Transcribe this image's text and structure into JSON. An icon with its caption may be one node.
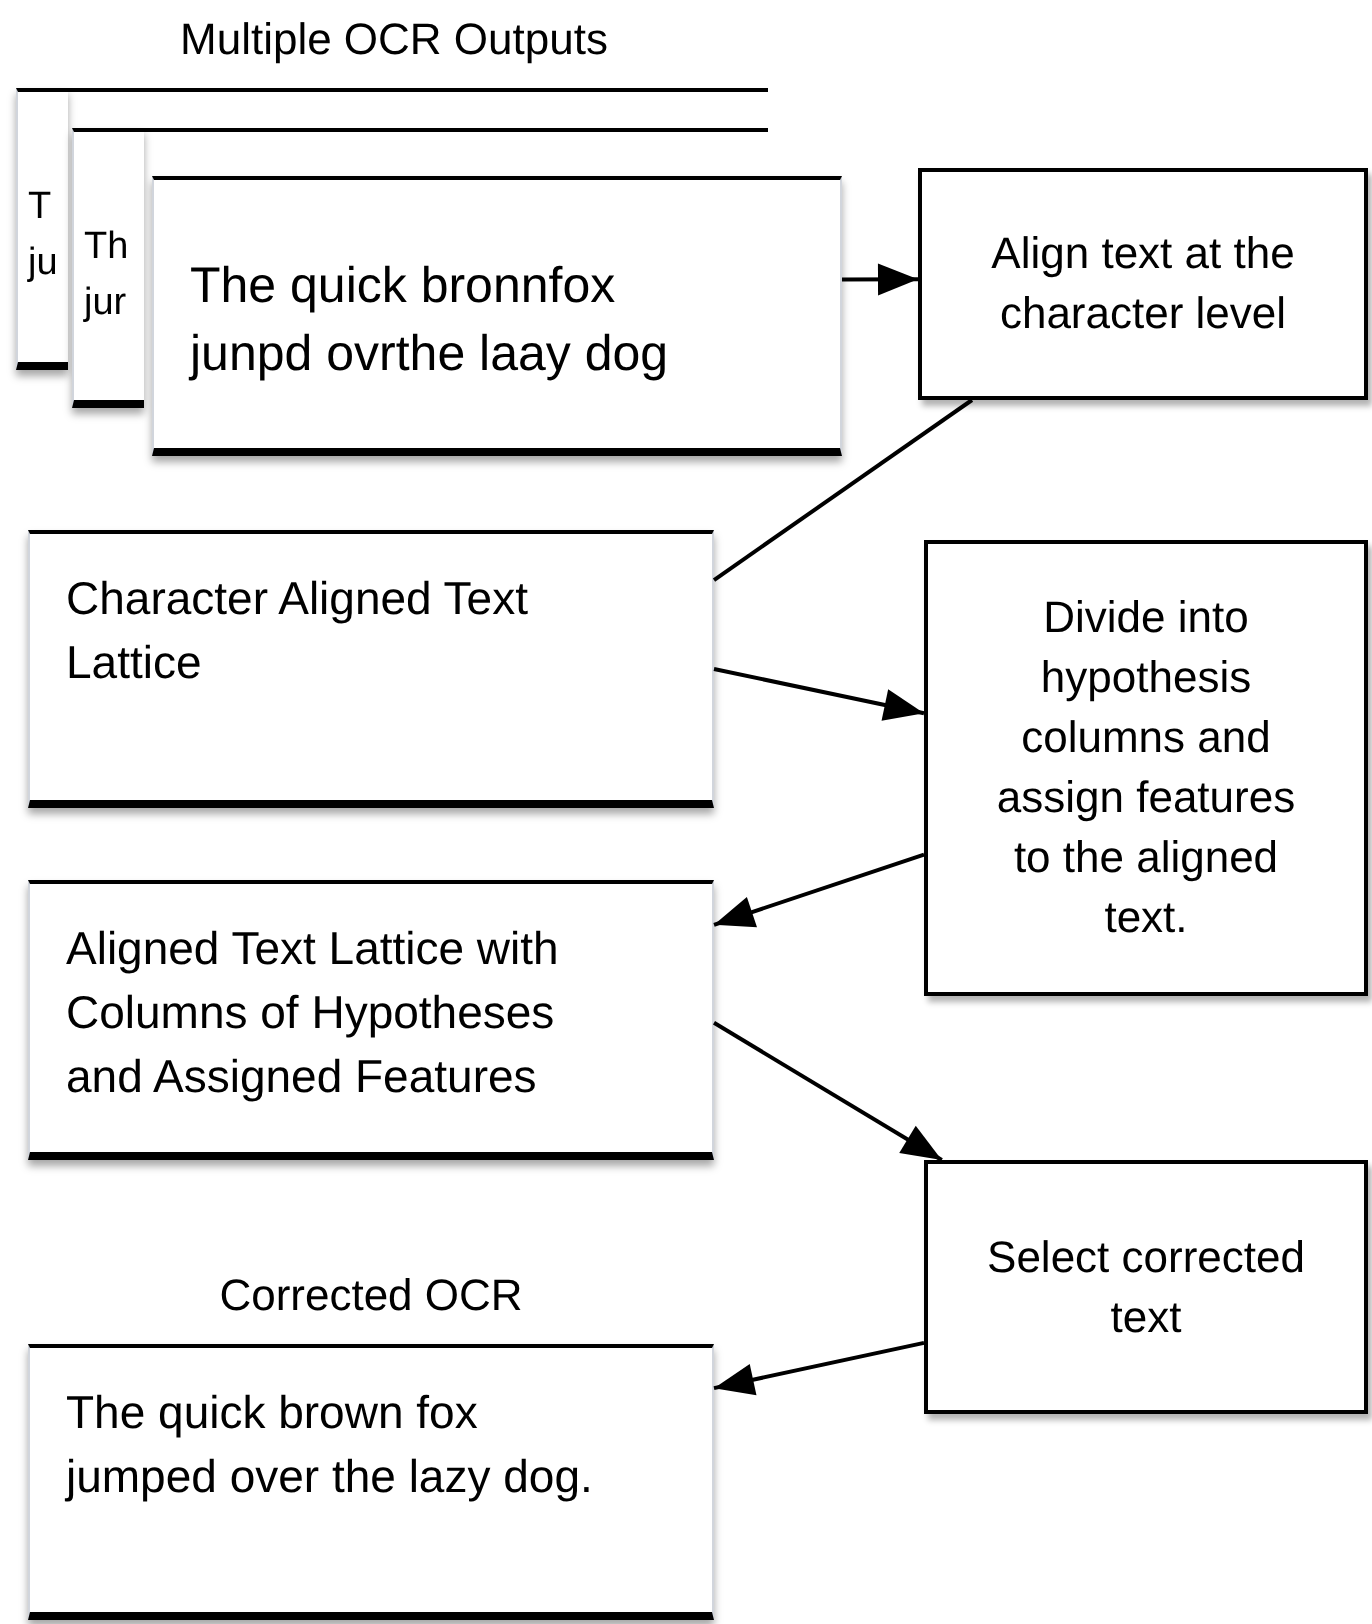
{
  "diagram": {
    "nodes": [
      {
        "text": [
          "Multiple OCR Outputs",
          "T ju"
        ]
      },
      {
        "text": [
          "Th jur"
        ]
      },
      {
        "text": [
          "The quick bronnfox junpd ovrthe laay dog"
        ]
      },
      {
        "text": [
          "Align text at the character level"
        ]
      },
      {
        "text": [
          "Character Aligned Text Lattice"
        ]
      },
      {
        "text": [
          "Divide into hypothesis columns and assign features to the aligned text."
        ]
      },
      {
        "text": [
          "Aligned Text Lattice with Columns of Hypotheses and Assigned Features"
        ]
      },
      {
        "text": [
          "Select corrected text"
        ]
      },
      {
        "text": [
          "Corrected OCR",
          "The quick brown fox jumped over the lazy dog."
        ]
      }
    ],
    "edges": [
      {
        "from": 2,
        "to": 3,
        "arrow": "to"
      },
      {
        "from": 3,
        "to": 4,
        "arrow": "none"
      },
      {
        "from": 4,
        "to": 5,
        "arrow": "to"
      },
      {
        "from": 5,
        "to": 6,
        "arrow": "to"
      },
      {
        "from": 6,
        "to": 7,
        "arrow": "to"
      },
      {
        "from": 7,
        "to": 8,
        "arrow": "to"
      }
    ]
  }
}
